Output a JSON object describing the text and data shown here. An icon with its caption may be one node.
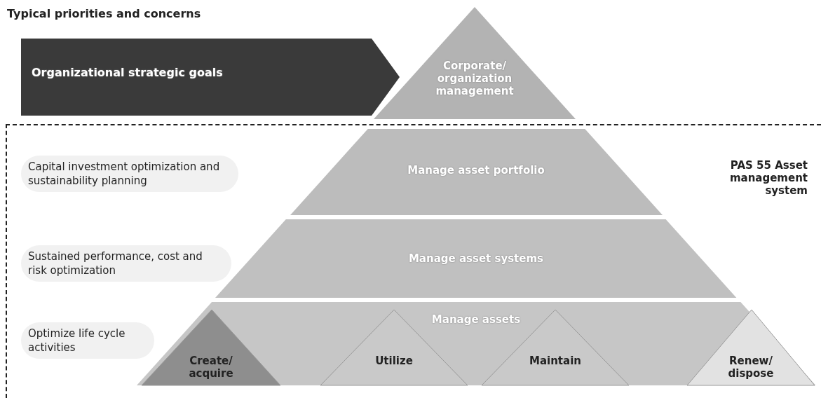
{
  "diagram": {
    "title": "Typical priorities and concerns",
    "nodes": [
      {
        "text": [
          "Organizational strategic goals"
        ]
      },
      {
        "text": [
          "Corporate/ organization management"
        ]
      },
      {
        "text": [
          "PAS 55 Asset management system"
        ]
      },
      {
        "text": [
          "Manage asset portfolio"
        ],
        "in": 2
      },
      {
        "text": [
          "Manage asset systems"
        ],
        "in": 2
      },
      {
        "text": [
          "Manage assets"
        ],
        "in": 2
      },
      {
        "text": [
          "Create/ acquire"
        ],
        "in": 5
      },
      {
        "text": [
          "Utilize"
        ],
        "in": 5
      },
      {
        "text": [
          "Maintain"
        ],
        "in": 5
      },
      {
        "text": [
          "Renew/ dispose"
        ],
        "in": 5
      }
    ],
    "labels": [
      "Capital investment optimization and sustainability planning",
      "Sustained performance, cost and risk optimization",
      "Optimize life cycle activities"
    ]
  }
}
